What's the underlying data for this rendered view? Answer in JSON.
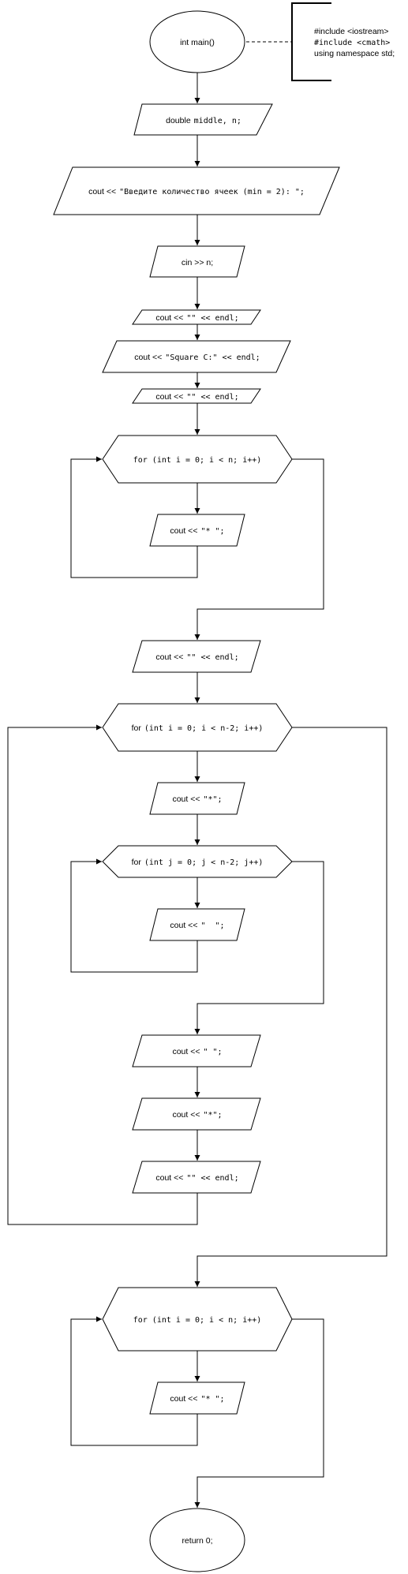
{
  "comment": {
    "include_iostream": "#include <iostream>",
    "include_cmath": "#include <cmath>",
    "using_namespace": "using namespace std;"
  },
  "nodes": {
    "start": "int main()",
    "declare_kw": "double",
    "declare_vars": "middle, n;",
    "prompt_kw": "cout <<",
    "prompt_str": "\"Введите количество ячеек (min = 2): \";",
    "read_n": "cin >> n;",
    "endl_1_kw": "cout <<",
    "endl_1_code": "\"\" << endl;",
    "title_kw": "cout <<",
    "title_code": "\"Square C:\" << endl;",
    "endl_2_kw": "cout <<",
    "endl_2_code": "\"\" << endl;",
    "loop_top": "for (int i = 0; i < n; i++)",
    "top_star_kw": "cout <<",
    "top_star_code": "\"* \";",
    "endl_3_kw": "cout <<",
    "endl_3_code": "\"\" << endl;",
    "loop_rows_kw": "for",
    "loop_rows_code": "(int i = 0; i < n-2; i++)",
    "row_left_kw": "cout <<",
    "row_left_code": "\"*\";",
    "loop_cols_kw": "for",
    "loop_cols_code": "(int j = 0; j < n-2; j++)",
    "space_kw": "cout <<",
    "space_code": "\"  \";",
    "row_space_kw": "cout <<",
    "row_space_code": "\" \";",
    "row_right_kw": "cout <<",
    "row_right_code": "\"*\";",
    "row_endl_kw": "cout <<",
    "row_endl_code": "\"\" << endl;",
    "loop_bottom": "for (int i = 0; i < n; i++)",
    "bottom_star_kw": "cout <<",
    "bottom_star_code": "\"* \";",
    "end": "return 0;"
  }
}
